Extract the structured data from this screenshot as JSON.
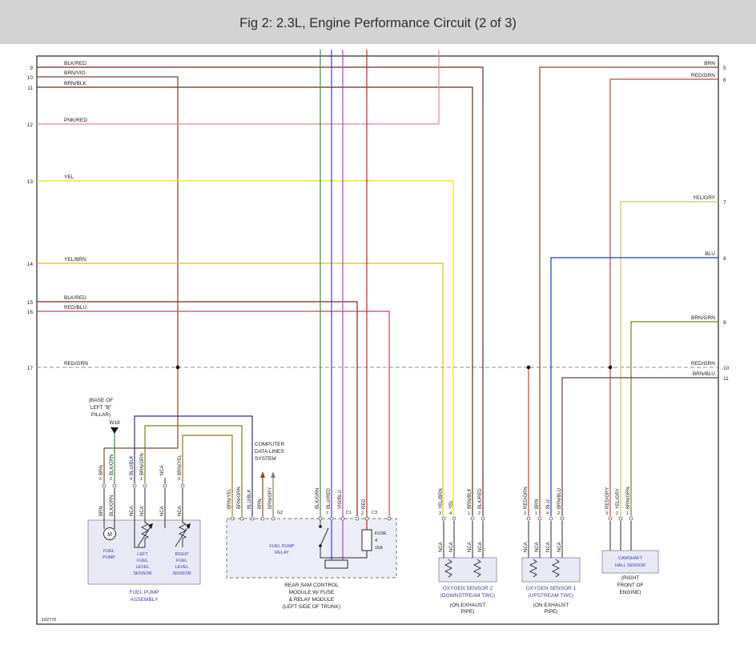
{
  "title": "Fig 2: 2.3L, Engine Performance Circuit (2 of 3)",
  "diagram_id": "192776",
  "colors": {
    "BLK_RED": "#7a2424",
    "BRN_VIO": "#774033",
    "BRN_BLK": "#54341c",
    "PNK_RED": "#e9838f",
    "YEL": "#efe104",
    "YEL_BRN": "#dcc404",
    "RED_BLU": "#d14455",
    "RED_GRN": "#c24444",
    "RAIL": "#8f8f8f",
    "BRN": "#7c4c28",
    "YEL_GRY": "#cfc268",
    "BLU": "#2736c9",
    "BRN_GRN": "#7e7d22",
    "BRN_BLU": "#5e4037",
    "BLK_GRN": "#3d8b3d",
    "VIO_BLU": "#b344c4",
    "BLU_RED": "#4040cc",
    "RED": "#d42222",
    "BLU_BLK": "#2d2d8f",
    "BRN_YEL": "#8f7d14",
    "BRN_GRY": "#8d7c6c"
  },
  "left_pins": [
    {
      "num": "9",
      "label": "BLK/RED"
    },
    {
      "num": "10",
      "label": "BRN/VIO"
    },
    {
      "num": "11",
      "label": "BRN/BLK"
    },
    {
      "num": "12",
      "label": "PNK/RED"
    },
    {
      "num": "13",
      "label": "YEL"
    },
    {
      "num": "14",
      "label": "YEL/BRN"
    },
    {
      "num": "15",
      "label": "BLK/RED"
    },
    {
      "num": "16",
      "label": "RED/BLU"
    },
    {
      "num": "17",
      "label": "RED/GRN"
    }
  ],
  "right_pins": [
    {
      "num": "5",
      "label": "BRN"
    },
    {
      "num": "6",
      "label": "RED/GRN"
    },
    {
      "num": "7",
      "label": "YEL/GRY"
    },
    {
      "num": "8",
      "label": "BLU"
    },
    {
      "num": "9",
      "label": "BRN/GRN"
    },
    {
      "num": "10",
      "label": "RED/GRN"
    },
    {
      "num": "11",
      "label": "BRN/BLU"
    }
  ],
  "ground": {
    "l1": "(BASE OF",
    "l2": "LEFT \"B\"",
    "l3": "PILLAR)",
    "l4": "W18"
  },
  "computer": {
    "l1": "COMPUTER",
    "l2": "DATA LINES",
    "l3": "SYSTEM"
  },
  "fuel": {
    "pins": [
      {
        "num": "5",
        "top": "BRN",
        "bottom": "BRN"
      },
      {
        "num": "2",
        "top": "BLK/GRN",
        "bottom": "BLK/GRN"
      },
      {
        "num": "4",
        "top": "BLU/BLK",
        "bottom": "NCA"
      },
      {
        "num": "1",
        "top": "BRN/GRN",
        "bottom": "NCA"
      },
      {
        "num": "",
        "top": "NCA",
        "bottom": "NCA"
      },
      {
        "num": "3",
        "top": "BRN/YEL",
        "bottom": "NCA"
      }
    ],
    "motor": "M",
    "pump": [
      "FUEL",
      "PUMP"
    ],
    "left_sensor": [
      "LEFT",
      "FUEL",
      "LEVEL",
      "SENSOR"
    ],
    "right_sensor": [
      "RIGHT",
      "FUEL",
      "LEVEL",
      "SENSOR"
    ],
    "caption": [
      "FUEL PUMP",
      "ASSEMBLY"
    ]
  },
  "sam": {
    "top_labels": [
      "BRN/YEL",
      "BRN/GRN",
      "BLU/BLK",
      "BRN",
      "BRN/GRY"
    ],
    "g2": "G2",
    "c1": "C1",
    "c3": "C3",
    "pin7": "7",
    "pin2": "2",
    "bottom_labels": [
      "BLK/GRN",
      "BLU/RED",
      "VIO/BLU",
      "RED"
    ],
    "relay": [
      "FUEL PUMP",
      "RELAY"
    ],
    "fuse": [
      "FUSE",
      "4",
      "15A"
    ],
    "caption": [
      "REAR SAM CONTROL",
      "MODULE W/ FUSE",
      "& RELAY MODULE",
      "(LEFT SIDE OF TRUNK)"
    ]
  },
  "o2s2": {
    "pins": [
      {
        "num": "3",
        "label": "YEL/BRN"
      },
      {
        "num": "4",
        "label": "YEL"
      },
      {
        "num": "1",
        "label": "BRN/BLK"
      },
      {
        "num": "2",
        "label": "BLK/RED"
      }
    ],
    "nca": "NCA",
    "name": "OXYGEN SENSOR 2",
    "sub": "(DOWNSTREAM TWC)",
    "loc": [
      "(ON EXHAUST",
      "PIPE)"
    ]
  },
  "o2s1": {
    "pins": [
      {
        "num": "3",
        "label": "RED/GRN"
      },
      {
        "num": "1",
        "label": "BRN"
      },
      {
        "num": "4",
        "label": "BLU"
      },
      {
        "num": "2",
        "label": "BRN/BLU"
      }
    ],
    "nca": "NCA",
    "name": "OXYGEN SENSOR 1",
    "sub": "(UPSTREAM TWC)",
    "loc": [
      "(ON EXHAUST",
      "PIPE)"
    ]
  },
  "cam": {
    "pins": [
      {
        "num": "3",
        "label": "RED/GRY"
      },
      {
        "num": "2",
        "label": "YEL/GRY"
      },
      {
        "num": "1",
        "label": "BRN/GRN"
      }
    ],
    "name": [
      "CAMSHAFT",
      "HALL SENSOR"
    ],
    "loc": [
      "(RIGHT",
      "FRONT OF",
      "ENGINE)"
    ]
  }
}
